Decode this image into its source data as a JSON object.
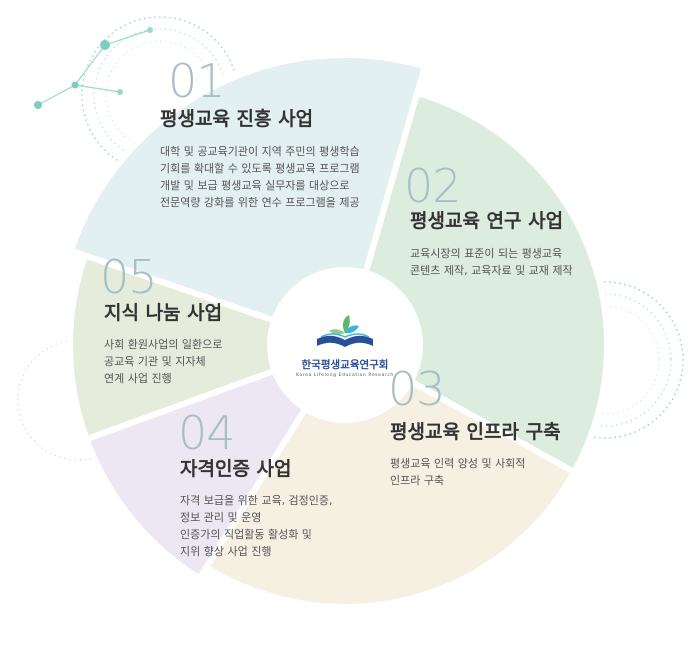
{
  "colors": {
    "seg1": "#e3f0f1",
    "seg2": "#dcecdf",
    "seg3": "#f5f0e2",
    "seg4": "#ece7f2",
    "seg5": "#e6ecdb",
    "num": "#a7bec4",
    "dots": "#7ccfbf",
    "logo_blue": "#2a4f9a",
    "logo_green": "#5bb96b",
    "logo_cyan": "#3fb5d6"
  },
  "segments": [
    {
      "number": "01",
      "title": "평생교육 진흥 사업",
      "lines": [
        "대학 및 공교육기관이 지역 주민의 평생학습",
        "기회를 확대할 수 있도록 평생교육 프로그램",
        "개발 및 보급 평생교육 실무자를 대상으로",
        "전문역량 강화를 위한 연수 프로그램을 제공"
      ]
    },
    {
      "number": "02",
      "title": "평생교육 연구 사업",
      "lines": [
        "교육시장의 표준이 되는 평생교육",
        "콘텐츠 제작, 교육자료 및 교재 제작"
      ]
    },
    {
      "number": "03",
      "title": "평생교육 인프라 구축",
      "lines": [
        "평생교육 인력 양성 및 사회적",
        "인프라 구축"
      ]
    },
    {
      "number": "04",
      "title": "자격인증 사업",
      "lines": [
        "자격 보급을 위한 교육, 검정인증,",
        "정보 관리 및 운영",
        "인증가의 직업활동 활성화 및",
        "지위 향상 사업 진행"
      ]
    },
    {
      "number": "05",
      "title": "지식 나눔 사업",
      "lines": [
        "사회 환원사업의 일환으로",
        "공교육 기관 및 지자체",
        "연계 사업 진행"
      ]
    }
  ],
  "logo": {
    "name_ko": "한국평생교육연구회",
    "name_en": "Korea Lifelong Education Research",
    "icon": "open-book-sprout-icon"
  }
}
